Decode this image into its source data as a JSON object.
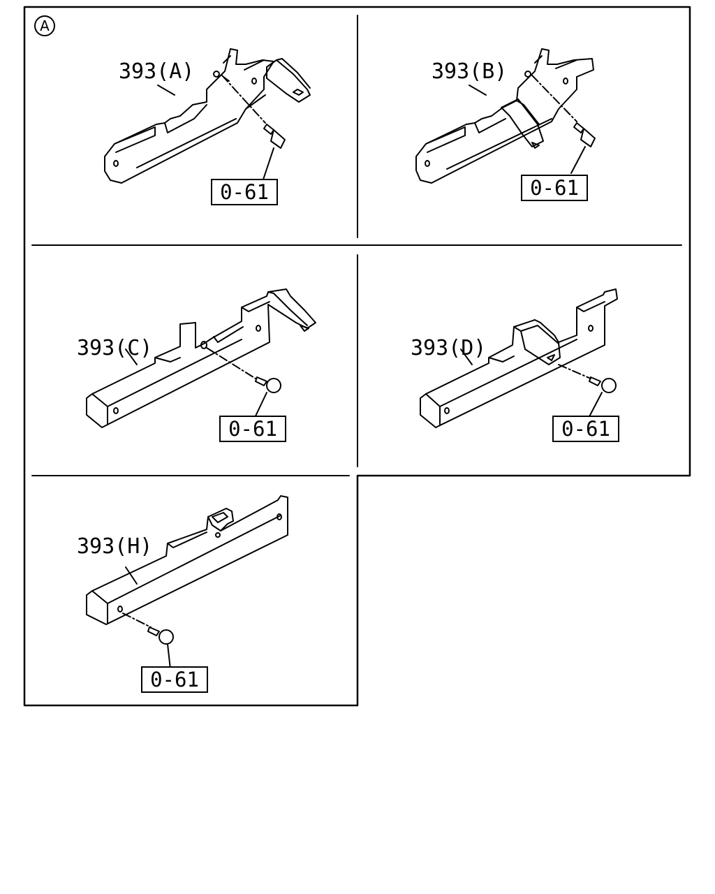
{
  "diagram": {
    "view_marker": "A",
    "panels": [
      {
        "id": "A",
        "part_label": "393(A)",
        "bolt_ref": "0-61"
      },
      {
        "id": "B",
        "part_label": "393(B)",
        "bolt_ref": "0-61"
      },
      {
        "id": "C",
        "part_label": "393(C)",
        "bolt_ref": "0-61"
      },
      {
        "id": "D",
        "part_label": "393(D)",
        "bolt_ref": "0-61"
      },
      {
        "id": "H",
        "part_label": "393(H)",
        "bolt_ref": "0-61"
      }
    ]
  }
}
